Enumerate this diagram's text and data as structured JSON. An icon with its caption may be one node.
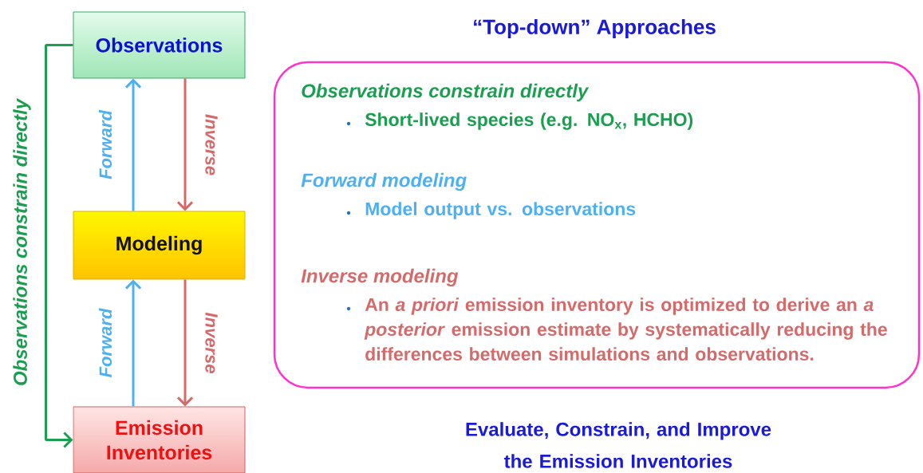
{
  "diagram": {
    "title": "“Top-down” Approaches",
    "nodes": [
      {
        "text": [
          "Observations"
        ]
      },
      {
        "text": [
          "Modeling"
        ]
      },
      {
        "text": [
          "Emission Inventories"
        ]
      },
      {
        "text": [
          "Observations constrain directly",
          "Short-lived  species (e.g. NO$_{x}$, HCHO)",
          "Forward modeling",
          "Model output vs. observations",
          "Inverse  modeling",
          "An *a priori* emission inventory is optimized to derive an *a posterior* emission estimate by systematically reducing the differences between simulations and observations."
        ]
      }
    ],
    "edges": [
      {
        "from": 1,
        "to": 0,
        "arrow": "to",
        "label": "Forward",
        "color": "#4db0f0"
      },
      {
        "from": 0,
        "to": 1,
        "arrow": "to",
        "label": "Inverse",
        "color": "#d46a6a"
      },
      {
        "from": 2,
        "to": 1,
        "arrow": "to",
        "label": "Forward",
        "color": "#4db0f0"
      },
      {
        "from": 1,
        "to": 2,
        "arrow": "to",
        "label": "Inverse",
        "color": "#d46a6a"
      },
      {
        "from": 0,
        "to": 2,
        "arrow": "to",
        "label": "Observations constrain directly",
        "color": "#1a9e50"
      }
    ],
    "labels": [
      "Evaluate, Constrain, and Improve the Emission Inventories"
    ]
  }
}
